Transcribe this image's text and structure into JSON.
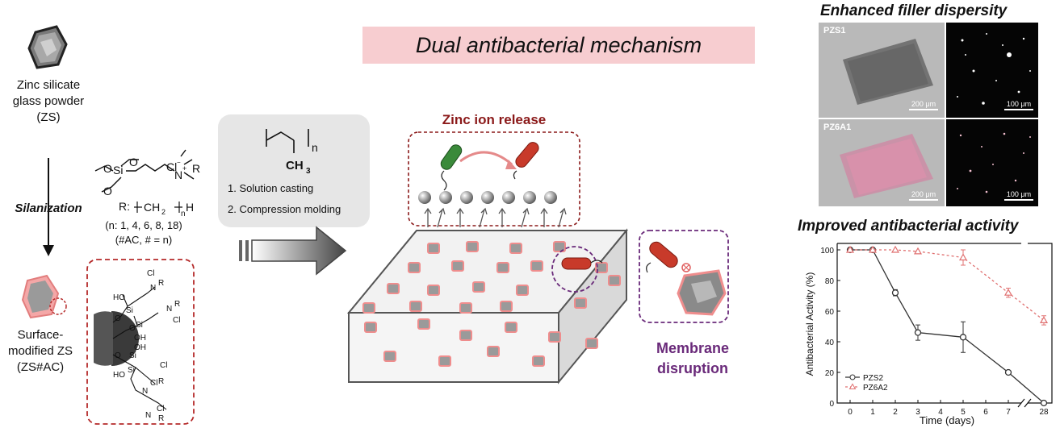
{
  "left": {
    "zs_label": [
      "Zinc silicate",
      "glass powder",
      "(ZS)"
    ],
    "silanization": "Silanization",
    "r_group": "R:",
    "r_ch2": "CH",
    "r_sub": "2",
    "r_n": "n",
    "r_h": "H",
    "n_values": "(n: 1, 4, 6, 8, 18)",
    "ac_note": "(#AC, # = n)",
    "modified_label": [
      "Surface-",
      "modified ZS",
      "(ZS#AC)"
    ]
  },
  "process": {
    "ch3": "CH",
    "ch3_sub": "3",
    "n": "n",
    "step1": "1. Solution casting",
    "step2": "2. Compression molding"
  },
  "center": {
    "header": "Dual antibacterial mechanism",
    "zinc_release": "Zinc ion release",
    "membrane": [
      "Membrane",
      "disruption"
    ]
  },
  "right": {
    "dispersity_title": "Enhanced filler dispersity",
    "sample1": "PZS1",
    "sample2": "PZ6A1",
    "scale_left": "200 μm",
    "scale_right": "100 μm",
    "activity_title": "Improved antibacterial activity"
  },
  "colors": {
    "header_bg": "#f7cdd0",
    "zinc_title": "#8b1a1a",
    "membrane_title": "#6a2a7a",
    "series1": "#333333",
    "series2": "#e07070"
  },
  "chart_data": {
    "type": "line",
    "title": "Improved antibacterial activity",
    "xlabel": "Time (days)",
    "ylabel": "Antibacterial Activity (%)",
    "ylim": [
      0,
      100
    ],
    "x_ticks": [
      "0",
      "1",
      "2",
      "3",
      "4",
      "5",
      "6",
      "7",
      "28"
    ],
    "y_ticks": [
      "0",
      "20",
      "40",
      "60",
      "80",
      "100"
    ],
    "axis_break": "between 7 and 28",
    "legend_position": "bottom-left",
    "series": [
      {
        "name": "PZS2",
        "marker": "circle",
        "style": "solid",
        "x": [
          0,
          1,
          2,
          3,
          5,
          7,
          28
        ],
        "y": [
          100,
          100,
          72,
          46,
          43,
          20,
          0
        ],
        "err": [
          0,
          0,
          2,
          5,
          10,
          1,
          0
        ]
      },
      {
        "name": "PZ6A2",
        "marker": "triangle",
        "style": "dotted",
        "x": [
          0,
          1,
          2,
          3,
          5,
          7,
          28
        ],
        "y": [
          100,
          100,
          100,
          99,
          95,
          72,
          54
        ],
        "err": [
          0,
          0,
          0,
          0,
          5,
          3,
          3
        ]
      }
    ]
  }
}
